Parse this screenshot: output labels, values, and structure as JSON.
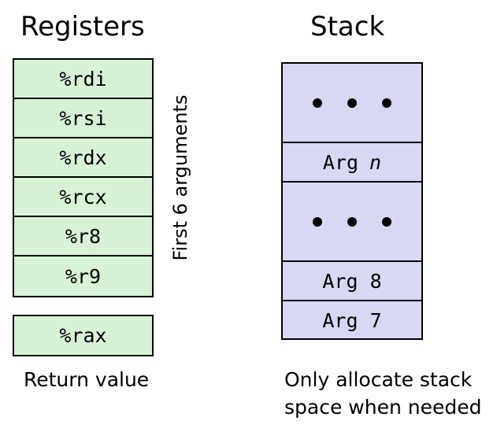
{
  "registers": {
    "title": "Registers",
    "argument_registers": [
      "%rdi",
      "%rsi",
      "%rdx",
      "%rcx",
      "%r8",
      "%r9"
    ],
    "side_label": "First 6 arguments",
    "return_register": "%rax",
    "return_caption": "Return value",
    "fill_color": "#d8f2d6"
  },
  "stack": {
    "title": "Stack",
    "cells": {
      "arg_n_prefix": "Arg",
      "arg_n_var": "n",
      "arg_8": "Arg 8",
      "arg_7": "Arg 7"
    },
    "caption_lines": [
      "Only allocate stack",
      "space when needed"
    ],
    "fill_color": "#d8d8f5"
  }
}
